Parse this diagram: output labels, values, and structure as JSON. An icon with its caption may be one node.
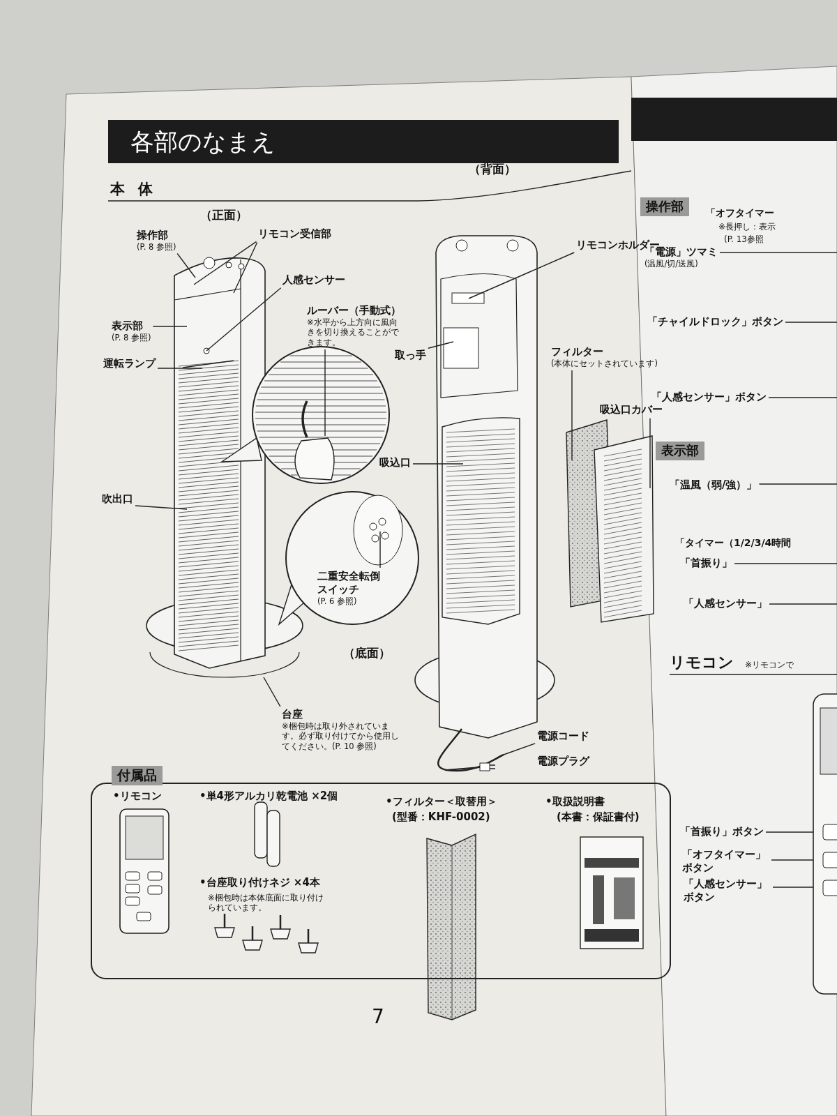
{
  "diagram": {
    "title": "各部のなまえ",
    "nodes": [
      {
        "text": [
          "操作部",
          "(P. 8 参照)"
        ]
      },
      {
        "text": [
          "リモコン受信部"
        ]
      },
      {
        "text": [
          "人感センサー"
        ]
      },
      {
        "text": [
          "ルーバー（手動式）",
          "※水平から上方向に風向きを切り換えることができます。"
        ]
      },
      {
        "text": [
          "表示部",
          "(P. 8 参照)"
        ]
      },
      {
        "text": [
          "運転ランプ"
        ]
      },
      {
        "text": [
          "吹出口"
        ]
      },
      {
        "text": [
          "二重安全転倒スイッチ",
          "(P. 6 参照)"
        ],
        "in": 28
      },
      {
        "text": [
          "台座",
          "※梱包時は取り外されています。必ず取り付けてから使用してください。(P. 10 参照)"
        ]
      },
      {
        "text": [
          "リモコンホルダー"
        ]
      },
      {
        "text": [
          "取っ手"
        ]
      },
      {
        "text": [
          "フィルター",
          "(本体にセットされています)"
        ]
      },
      {
        "text": [
          "吸込口カバー"
        ]
      },
      {
        "text": [
          "吸込口"
        ]
      },
      {
        "text": [
          "電源コード"
        ]
      },
      {
        "text": [
          "付属品"
        ]
      },
      {
        "text": [
          "「電源」ツマミ",
          "(温風/切/送風)"
        ]
      },
      {
        "text": [
          "「チャイルドロック」ボタン"
        ]
      },
      {
        "text": [
          "「人感センサー」ボタン"
        ]
      },
      {
        "text": [
          "「温風（弱/強）」"
        ]
      },
      {
        "text": [
          "「首振り」"
        ]
      },
      {
        "text": [
          "「人感センサー」"
        ]
      },
      {
        "text": [
          "「首振り」ボタン"
        ]
      },
      {
        "text": [
          "「オフタイマー」ボタン"
        ]
      },
      {
        "text": [
          "「人感センサー」ボタン"
        ]
      },
      {
        "text": [],
        "shape": "picture"
      },
      {
        "text": [],
        "shape": "picture"
      },
      {
        "text": [],
        "shape": "picture"
      },
      {
        "text": [],
        "shape": "picture",
        "beside": [
          "（底面）"
        ]
      },
      {
        "text": [],
        "shape": "picture"
      },
      {
        "text": [],
        "shape": "picture"
      }
    ],
    "edges": [
      {
        "from": 0,
        "to": 26,
        "arrow": "none"
      },
      {
        "from": 1,
        "to": 26,
        "arrow": "none"
      },
      {
        "from": 1,
        "to": 26,
        "arrow": "none"
      },
      {
        "from": 2,
        "to": 26,
        "arrow": "none"
      },
      {
        "from": 3,
        "to": 27,
        "arrow": "none"
      },
      {
        "from": 4,
        "to": 26,
        "arrow": "none"
      },
      {
        "from": 5,
        "to": 26,
        "arrow": "none"
      },
      {
        "from": 6,
        "to": 26,
        "arrow": "none"
      },
      {
        "from": 7,
        "to": 28,
        "arrow": "none"
      },
      {
        "from": 8,
        "to": 26,
        "arrow": "none"
      },
      {
        "from": 9,
        "to": 29,
        "arrow": "none"
      },
      {
        "from": 10,
        "to": 29,
        "arrow": "none"
      },
      {
        "from": 11,
        "to": 30,
        "arrow": "none"
      },
      {
        "from": 12,
        "to": 30,
        "arrow": "none"
      },
      {
        "from": 13,
        "to": 29,
        "arrow": "none"
      },
      {
        "from": 14,
        "to": 29,
        "arrow": "none"
      },
      {
        "from": 16,
        "to": null,
        "arrow": "none"
      },
      {
        "from": 17,
        "to": null,
        "arrow": "none"
      },
      {
        "from": 18,
        "to": null,
        "arrow": "none"
      },
      {
        "from": 19,
        "to": null,
        "arrow": "none"
      },
      {
        "from": 20,
        "to": null,
        "arrow": "none"
      },
      {
        "from": 21,
        "to": null,
        "arrow": "none"
      },
      {
        "from": 22,
        "to": 25,
        "arrow": "none"
      },
      {
        "from": 23,
        "to": 25,
        "arrow": "none"
      },
      {
        "from": 24,
        "to": 25,
        "arrow": "none"
      }
    ],
    "labels": [
      "本 体",
      "（背面）",
      "（正面）",
      "電源プラグ",
      "•リモコン",
      "•単4形アルカリ乾電池 ×2個",
      "•台座取り付けネジ ×4本",
      "※梱包時は本体底面に取り付けられています。",
      "•フィルター＜取替用＞",
      "(型番：KHF-0002)",
      "•取扱説明書",
      "(本書：保証書付)",
      "7",
      "操作部",
      "「オフタイマー",
      "※長押し：表示",
      "(P. 13参照",
      "表示部",
      "「タイマー（1/2/3/4時間",
      "リモコン",
      "※リモコンで"
    ]
  }
}
